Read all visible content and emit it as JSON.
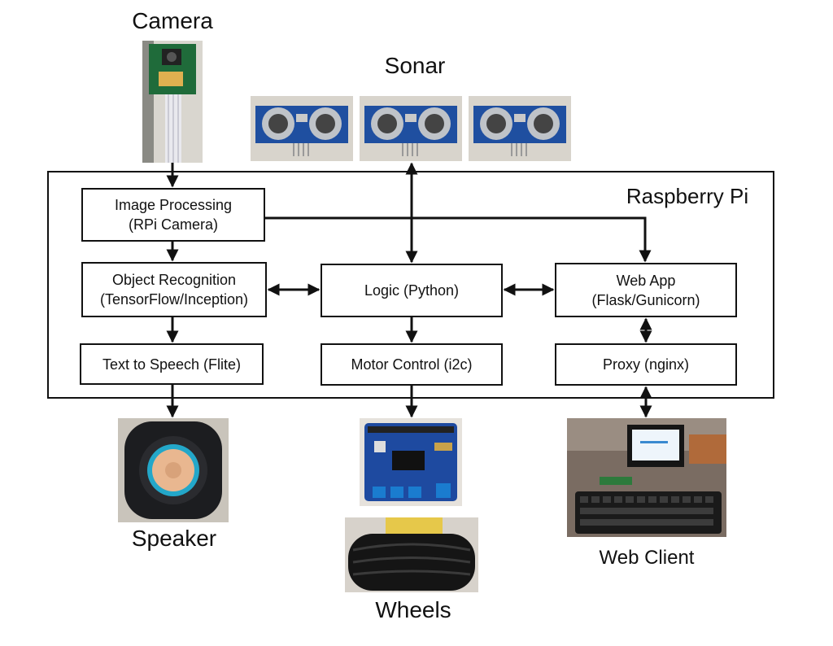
{
  "labels": {
    "camera": "Camera",
    "sonar": "Sonar",
    "raspberry_pi": "Raspberry Pi",
    "speaker": "Speaker",
    "wheels": "Wheels",
    "web_client": "Web Client"
  },
  "boxes": {
    "image_processing": {
      "line1": "Image Processing",
      "line2": "(RPi Camera)"
    },
    "object_recognition": {
      "line1": "Object Recognition",
      "line2": "(TensorFlow/Inception)"
    },
    "text_to_speech": {
      "line1": "Text to Speech (Flite)"
    },
    "logic": {
      "line1": "Logic (Python)"
    },
    "motor_control": {
      "line1": "Motor Control (i2c)"
    },
    "web_app": {
      "line1": "Web App",
      "line2": "(Flask/Gunicorn)"
    },
    "proxy": {
      "line1": "Proxy (nginx)"
    }
  },
  "photos": {
    "camera": "camera-module-photo",
    "sonar": "ultrasonic-sensor-photo",
    "speaker": "speaker-photo",
    "motor_board": "motor-hat-photo",
    "wheel": "wheel-photo",
    "web_client": "monitor-keyboard-photo"
  }
}
